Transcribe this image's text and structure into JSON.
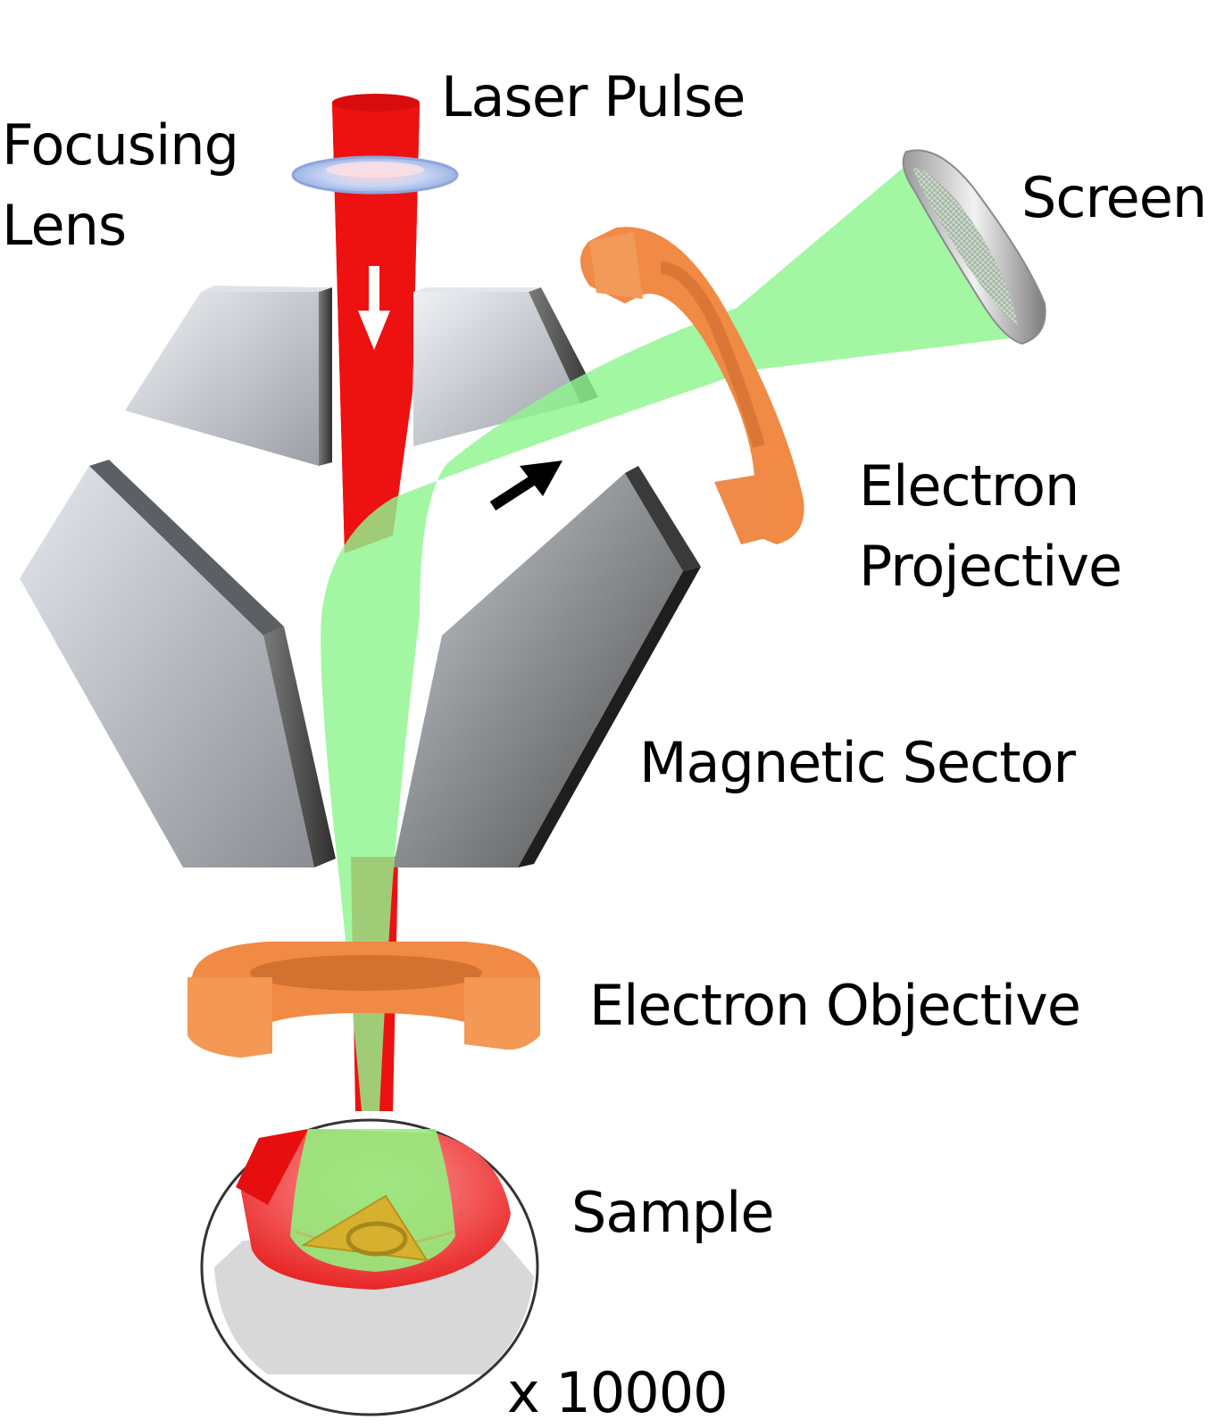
{
  "labels": {
    "laser_pulse": "Laser Pulse",
    "focusing_lens_line1": "Focusing",
    "focusing_lens_line2": "Lens",
    "screen": "Screen",
    "electron_projective_line1": "Electron",
    "electron_projective_line2": "Projective",
    "magnetic_sector": "Magnetic Sector",
    "electron_objective": "Electron Objective",
    "sample": "Sample",
    "magnification": "x 10000"
  },
  "colors": {
    "laser": "#ee1111",
    "electron_beam": "#90f090",
    "magnet_light": "#dfe4ea",
    "magnet_dark": "#5a5a5a",
    "coil": "#f08a45",
    "sample_triangle": "#d8b030",
    "screen": "#bdbdbd"
  }
}
